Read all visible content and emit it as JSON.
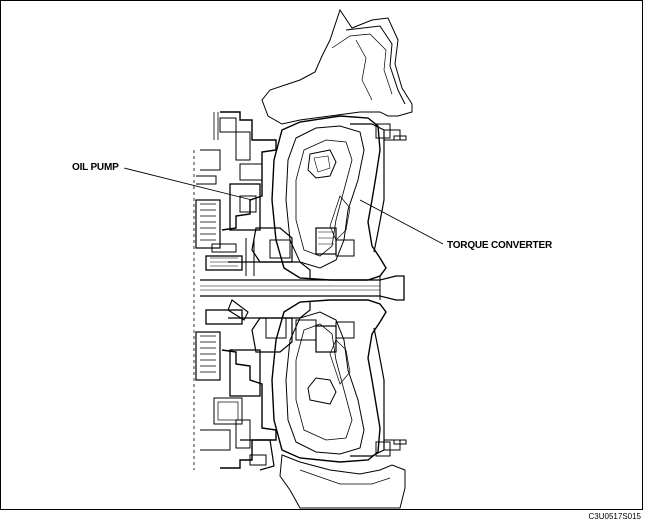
{
  "labels": {
    "oil_pump": "OIL PUMP",
    "torque_converter": "TORQUE CONVERTER"
  },
  "figure_code": "C3U0517S015",
  "colors": {
    "line": "#000000",
    "background": "#ffffff"
  }
}
